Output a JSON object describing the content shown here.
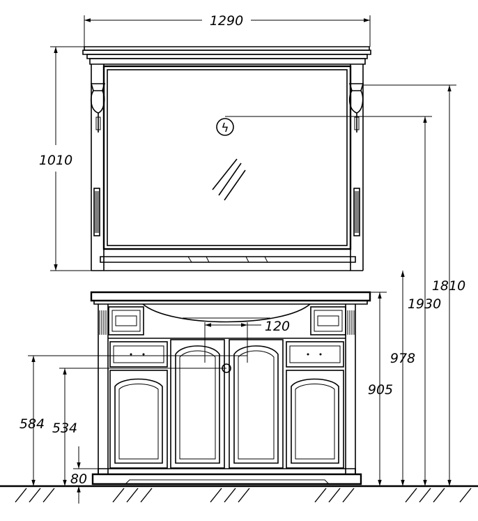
{
  "dimensions": {
    "width_total": "1290",
    "mirror_height": "1010",
    "mirror_lamp_height": "1810",
    "socket_height": "1930",
    "cabinet_height_total": "978",
    "cabinet_top_height": "905",
    "drain_height_584": "584",
    "drain_height_534": "534",
    "plinth_height": "80",
    "drain_offset": "120"
  },
  "icons": {
    "socket": "electric-socket-icon",
    "glass": "glass-hatch-icon"
  },
  "socket_symbol": "ϟ"
}
